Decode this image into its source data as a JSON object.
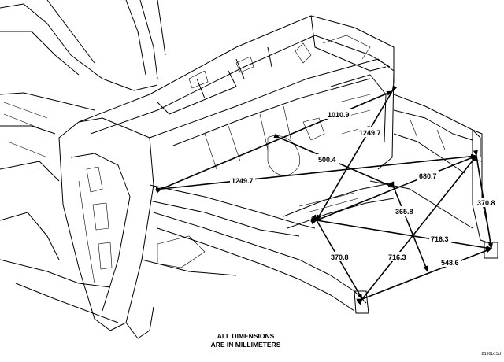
{
  "diagram": {
    "dimensions": {
      "d1010_9": "1010.9",
      "d1249_7a": "1249.7",
      "d500_4": "500.4",
      "d1249_7b": "1249.7",
      "d680_7": "680.7",
      "d365_8": "365.8",
      "d370_8r": "370.8",
      "d716_3h": "716.3",
      "d370_8l": "370.8",
      "d716_3d": "716.3",
      "d548_6": "548.6"
    },
    "note_line1": "ALL DIMENSIONS",
    "note_line2": "ARE IN MILLIMETERS",
    "figure_id": "8199b13d"
  }
}
